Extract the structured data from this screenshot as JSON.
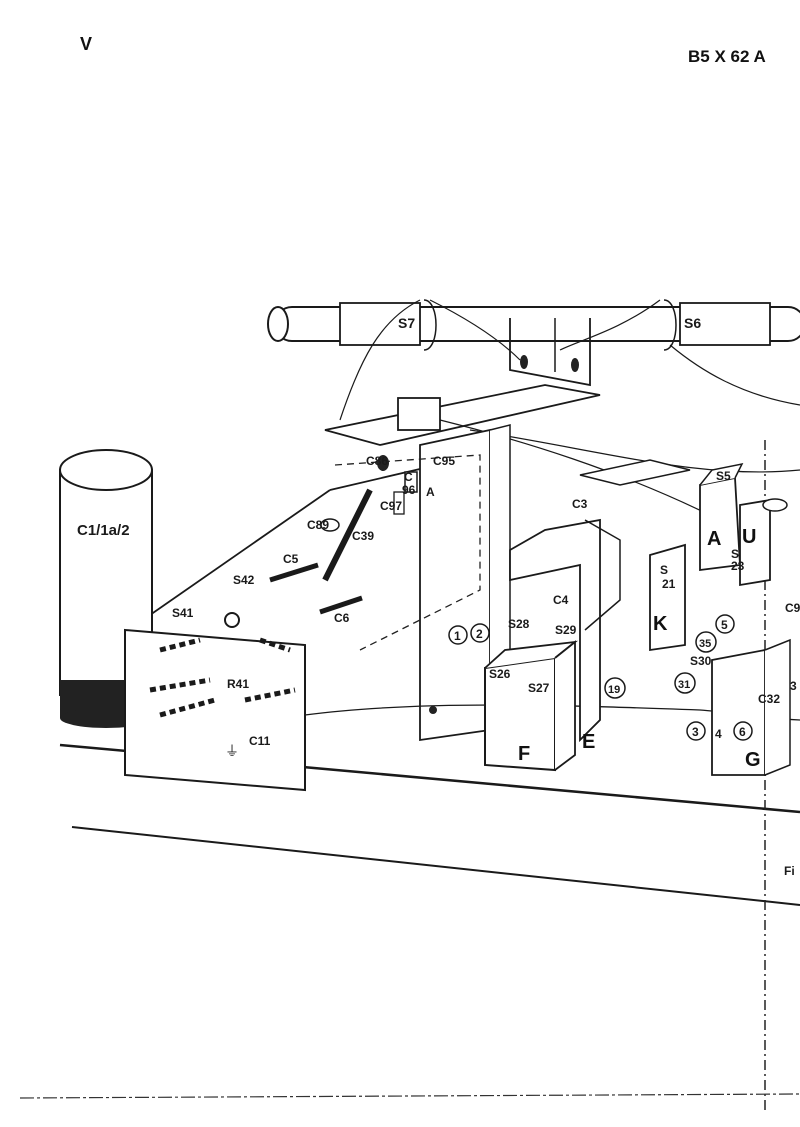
{
  "header": {
    "left": "V",
    "right": "B5 X 62 A"
  },
  "capacitor_can": {
    "label": "C1/1a/2"
  },
  "figure_edge": "Fi",
  "labels": {
    "s7": "S7",
    "s6": "S6",
    "c86": "C86",
    "c96a": "C",
    "c96b": "96",
    "c96c": "A",
    "c95": "C95",
    "c89": "C89",
    "c97": "C97",
    "c39": "C39",
    "c5": "C5",
    "c6": "C6",
    "s42": "S42",
    "s41": "S41",
    "r41": "R41",
    "c11": "C11",
    "c3": "C3",
    "c4": "C4",
    "s28": "S28",
    "s29": "S29",
    "s26": "S26",
    "s27": "S27",
    "s5": "S5",
    "s21a": "S",
    "s21b": "21",
    "s23a": "S",
    "s23b": "23",
    "c9": "C9",
    "s30": "S30",
    "s3x": "3",
    "c32": "C32",
    "n1": "1",
    "n2": "2",
    "n19": "19",
    "n35": "35",
    "n5": "5",
    "n31": "31",
    "n3": "3",
    "n4": "4",
    "n6": "6"
  },
  "block_letters": {
    "a": "A",
    "u": "U",
    "k": "K",
    "f": "F",
    "e": "E",
    "g": "G"
  }
}
